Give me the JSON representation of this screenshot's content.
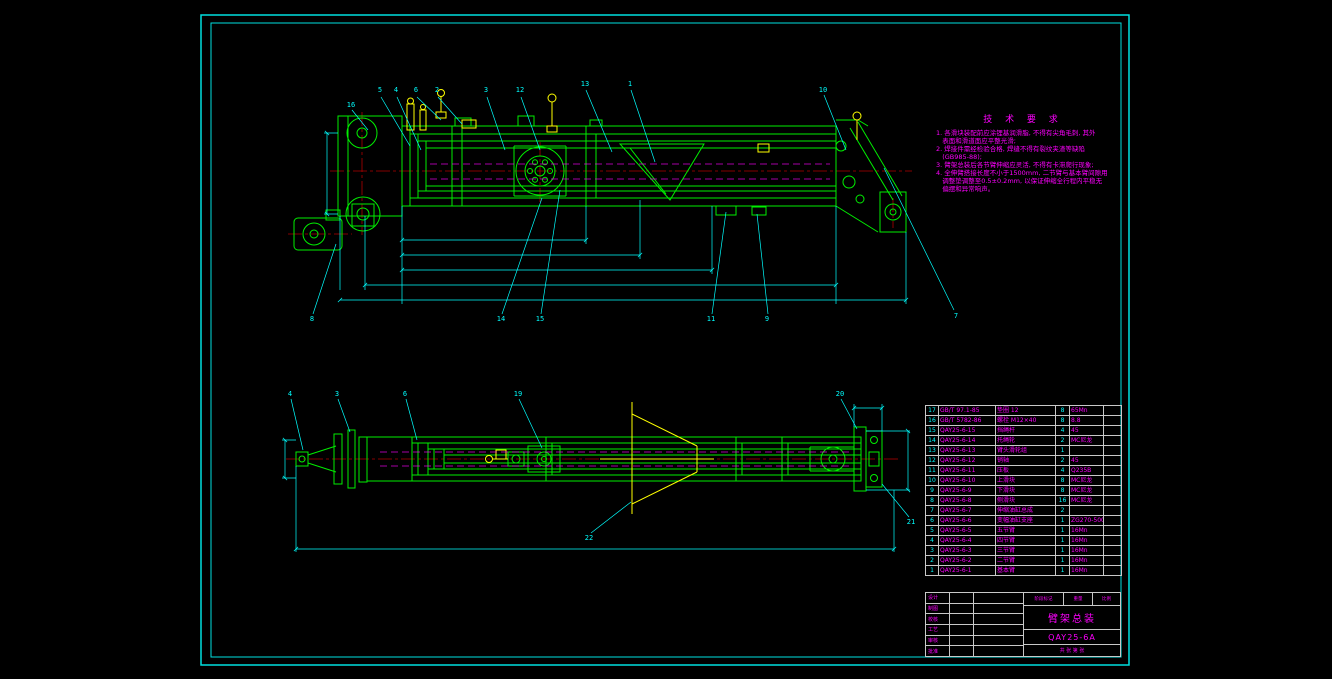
{
  "colors": {
    "background": "#000000",
    "linework_green": "#00ee00",
    "dimension_cyan": "#00ffff",
    "annotation_magenta": "#ff00ff",
    "highlight_yellow": "#ffff00",
    "centerline_red": "#b00000",
    "table_grid": "#c8c8c8"
  },
  "tech_requirements": {
    "title": "技 术 要 求",
    "lines": [
      "1. 各滑块装配前应涂锂基润滑脂, 不得有尖角毛刺, 其外",
      "   表面和滑道面应平整光滑;",
      "2. 焊接件需经检验合格, 焊缝不得有裂纹夹渣等缺陷",
      "   (GB985-88);",
      "3. 臂架总装后各节臂伸缩应灵活, 不得有卡滞爬行现象;",
      "4. 全伸臂搭接长度不小于1500mm, 二节臂与基本臂间隙用",
      "   调整垫调整至0.5±0.2mm, 以保证伸缩全行程内平稳无",
      "   偏摆和异常响声。"
    ]
  },
  "callouts": {
    "top_view_top": [
      "5",
      "4",
      "6",
      "2",
      "3",
      "12",
      "13",
      "1",
      "10"
    ],
    "top_view_left": "16",
    "top_view_bottom": [
      "8",
      "14",
      "15",
      "11",
      "9",
      "7"
    ],
    "bottom_view_top": [
      "4",
      "3",
      "6",
      "19",
      "20"
    ],
    "bottom_view_right": "21",
    "bottom_view_bottom": "22"
  },
  "bom": {
    "rows": [
      {
        "seq": "17",
        "code": "GB/T 97.1-85",
        "name": "垫圈 12",
        "qty": "8",
        "material": "65Mn",
        "note": ""
      },
      {
        "seq": "16",
        "code": "GB/T 5782-86",
        "name": "螺栓 M12×40",
        "qty": "8",
        "material": "8.8",
        "note": ""
      },
      {
        "seq": "15",
        "code": "QAY25-6-15",
        "name": "挡绳杆",
        "qty": "4",
        "material": "45",
        "note": ""
      },
      {
        "seq": "14",
        "code": "QAY25-6-14",
        "name": "托绳轮",
        "qty": "2",
        "material": "MC尼龙",
        "note": ""
      },
      {
        "seq": "13",
        "code": "QAY25-6-13",
        "name": "臂头滑轮组",
        "qty": "1",
        "material": "",
        "note": ""
      },
      {
        "seq": "12",
        "code": "QAY25-6-12",
        "name": "销轴",
        "qty": "2",
        "material": "45",
        "note": ""
      },
      {
        "seq": "11",
        "code": "QAY25-6-11",
        "name": "压板",
        "qty": "4",
        "material": "Q235B",
        "note": ""
      },
      {
        "seq": "10",
        "code": "QAY25-6-10",
        "name": "上滑块",
        "qty": "8",
        "material": "MC尼龙",
        "note": ""
      },
      {
        "seq": "9",
        "code": "QAY25-6-9",
        "name": "下滑块",
        "qty": "8",
        "material": "MC尼龙",
        "note": ""
      },
      {
        "seq": "8",
        "code": "QAY25-6-8",
        "name": "侧滑块",
        "qty": "16",
        "material": "MC尼龙",
        "note": ""
      },
      {
        "seq": "7",
        "code": "QAY25-6-7",
        "name": "伸缩油缸总成",
        "qty": "2",
        "material": "",
        "note": ""
      },
      {
        "seq": "6",
        "code": "QAY25-6-6",
        "name": "变幅油缸支座",
        "qty": "1",
        "material": "ZG270-500",
        "note": ""
      },
      {
        "seq": "5",
        "code": "QAY25-6-5",
        "name": "五节臂",
        "qty": "1",
        "material": "16Mn",
        "note": ""
      },
      {
        "seq": "4",
        "code": "QAY25-6-4",
        "name": "四节臂",
        "qty": "1",
        "material": "16Mn",
        "note": ""
      },
      {
        "seq": "3",
        "code": "QAY25-6-3",
        "name": "三节臂",
        "qty": "1",
        "material": "16Mn",
        "note": ""
      },
      {
        "seq": "2",
        "code": "QAY25-6-2",
        "name": "二节臂",
        "qty": "1",
        "material": "16Mn",
        "note": ""
      },
      {
        "seq": "1",
        "code": "QAY25-6-1",
        "name": "基本臂",
        "qty": "1",
        "material": "16Mn",
        "note": ""
      }
    ]
  },
  "title_block": {
    "signature_rows": [
      "设计",
      "制图",
      "校核",
      "工艺",
      "审核",
      "批准"
    ],
    "stage_labels": [
      "阶段标记",
      "重量",
      "比例"
    ],
    "drawing_title": "臂架总装",
    "drawing_number": "QAY25-6A",
    "sheet_info": "共 张  第 张"
  }
}
